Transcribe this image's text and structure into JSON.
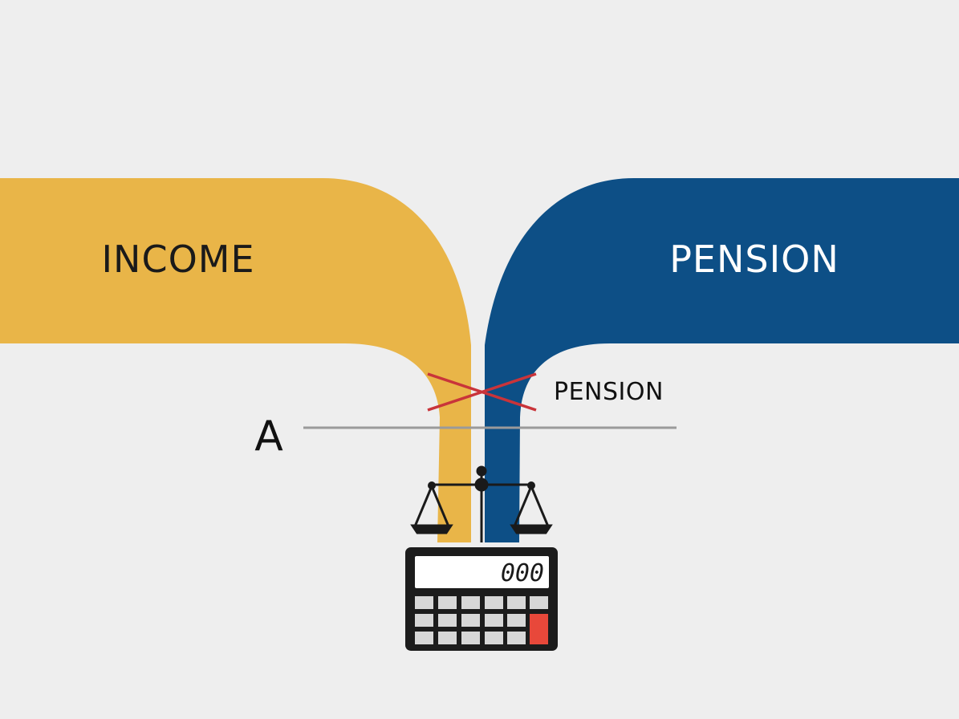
{
  "flows": {
    "income": {
      "label": "INCOME",
      "color": "#e9b548",
      "text_color": "#1a1a1a"
    },
    "pension": {
      "label": "PENSION",
      "color": "#0d4f86",
      "text_color": "#ffffff"
    }
  },
  "annotations": {
    "pension_note": "PENSION",
    "marker_letter": "A",
    "cross_color": "#c9343a",
    "line_color": "#9a9a9a"
  },
  "scale": {
    "icon": "balance-scale-icon",
    "color": "#1a1a1a"
  },
  "calculator": {
    "icon": "calculator-icon",
    "display_value": "000",
    "body_color": "#1c1c1c",
    "key_color": "#d7d7d7",
    "accent_key_color": "#e8483a"
  },
  "background": "#eeeeee"
}
